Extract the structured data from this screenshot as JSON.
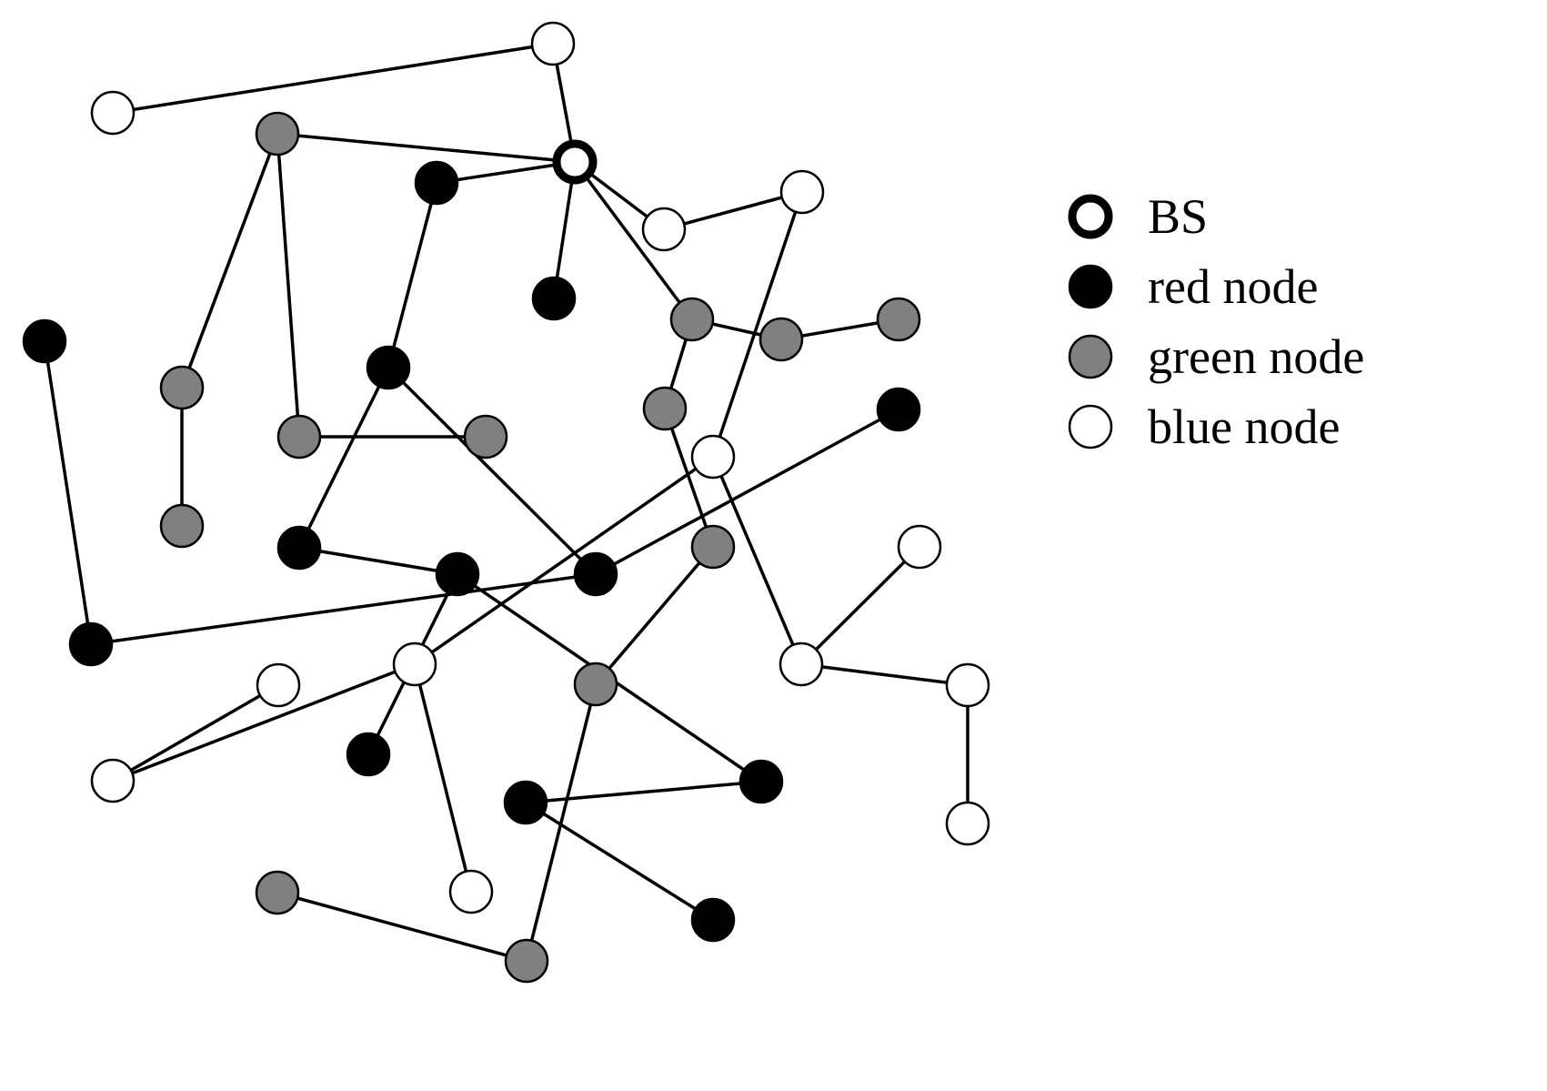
{
  "colors": {
    "red": "#000000",
    "green": "#808080",
    "blue": "#ffffff",
    "bs": "#ffffff"
  },
  "legend": [
    {
      "key": "bs",
      "label": "BS"
    },
    {
      "key": "red",
      "label": "red node"
    },
    {
      "key": "green",
      "label": "green node"
    },
    {
      "key": "blue",
      "label": "blue node"
    }
  ],
  "nodes": [
    {
      "id": "bs",
      "type": "bs"
    },
    {
      "id": "b1",
      "type": "blue"
    },
    {
      "id": "b2",
      "type": "blue"
    },
    {
      "id": "b3",
      "type": "blue"
    },
    {
      "id": "b4",
      "type": "blue"
    },
    {
      "id": "b5",
      "type": "blue"
    },
    {
      "id": "b6",
      "type": "blue"
    },
    {
      "id": "b7",
      "type": "blue"
    },
    {
      "id": "b8",
      "type": "blue"
    },
    {
      "id": "b9",
      "type": "blue"
    },
    {
      "id": "b10",
      "type": "blue"
    },
    {
      "id": "b11",
      "type": "blue"
    },
    {
      "id": "b12",
      "type": "blue"
    },
    {
      "id": "b13",
      "type": "blue"
    },
    {
      "id": "g1",
      "type": "green"
    },
    {
      "id": "g2",
      "type": "green"
    },
    {
      "id": "g3",
      "type": "green"
    },
    {
      "id": "g4",
      "type": "green"
    },
    {
      "id": "g5",
      "type": "green"
    },
    {
      "id": "g6",
      "type": "green"
    },
    {
      "id": "g7",
      "type": "green"
    },
    {
      "id": "g8",
      "type": "green"
    },
    {
      "id": "g9",
      "type": "green"
    },
    {
      "id": "g10",
      "type": "green"
    },
    {
      "id": "g11",
      "type": "green"
    },
    {
      "id": "g12",
      "type": "green"
    },
    {
      "id": "g13",
      "type": "green"
    },
    {
      "id": "r1",
      "type": "red"
    },
    {
      "id": "r2",
      "type": "red"
    },
    {
      "id": "r3",
      "type": "red"
    },
    {
      "id": "r4",
      "type": "red"
    },
    {
      "id": "r5",
      "type": "red"
    },
    {
      "id": "r6",
      "type": "red"
    },
    {
      "id": "r7",
      "type": "red"
    },
    {
      "id": "r8",
      "type": "red"
    },
    {
      "id": "r9",
      "type": "red"
    },
    {
      "id": "r10",
      "type": "red"
    },
    {
      "id": "r11",
      "type": "red"
    },
    {
      "id": "r12",
      "type": "red"
    },
    {
      "id": "r13",
      "type": "red"
    }
  ],
  "edges": [
    [
      "b1",
      "b2"
    ],
    [
      "b2",
      "bs"
    ],
    [
      "g1",
      "bs"
    ],
    [
      "r1",
      "bs"
    ],
    [
      "bs",
      "r2"
    ],
    [
      "bs",
      "b3"
    ],
    [
      "b3",
      "b4"
    ],
    [
      "bs",
      "g6"
    ],
    [
      "g6",
      "g7"
    ],
    [
      "g7",
      "g8"
    ],
    [
      "g6",
      "g9"
    ],
    [
      "g9",
      "g10"
    ],
    [
      "b4",
      "b5"
    ],
    [
      "b5",
      "b9"
    ],
    [
      "b9",
      "b10"
    ],
    [
      "b9",
      "b11"
    ],
    [
      "b11",
      "b12"
    ],
    [
      "g1",
      "g2"
    ],
    [
      "g2",
      "g3"
    ],
    [
      "g1",
      "g4"
    ],
    [
      "g4",
      "g5"
    ],
    [
      "r1",
      "r4"
    ],
    [
      "r4",
      "r5"
    ],
    [
      "r4",
      "r6"
    ],
    [
      "r3",
      "r7"
    ],
    [
      "r7",
      "r5"
    ],
    [
      "r5",
      "r11"
    ],
    [
      "r6",
      "r8"
    ],
    [
      "r8",
      "r9"
    ],
    [
      "r8",
      "r10"
    ],
    [
      "r10",
      "r12"
    ],
    [
      "r12",
      "r13"
    ],
    [
      "b5",
      "b7"
    ],
    [
      "b7",
      "b6"
    ],
    [
      "b6",
      "b8"
    ],
    [
      "b7",
      "b13"
    ],
    [
      "g10",
      "g11"
    ],
    [
      "g11",
      "g13"
    ],
    [
      "g12",
      "g13"
    ]
  ]
}
